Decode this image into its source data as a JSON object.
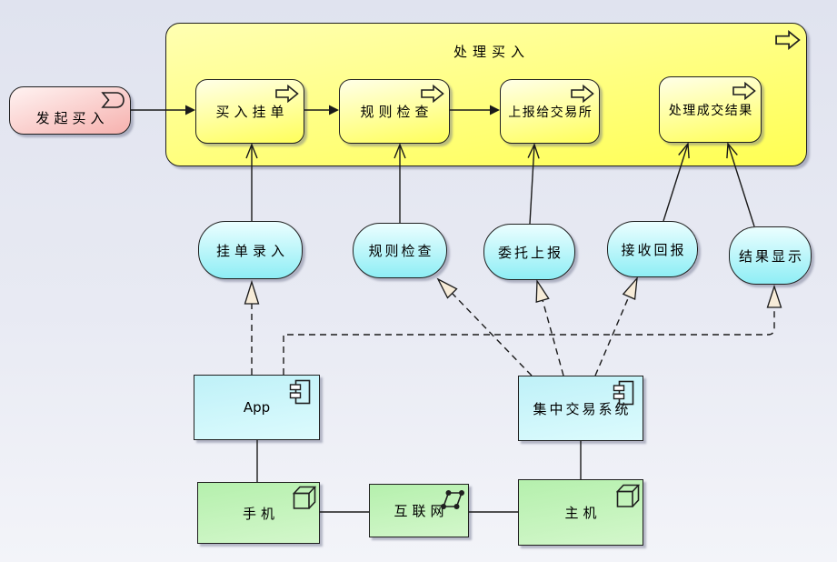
{
  "diagram": {
    "event": {
      "label": "发起买入"
    },
    "group": {
      "title": "处理买入"
    },
    "processes": [
      {
        "label": "买入挂单"
      },
      {
        "label": "规则检查"
      },
      {
        "label": "上报给交易所"
      },
      {
        "label": "处理成交结果"
      }
    ],
    "services": [
      {
        "label": "挂单录入"
      },
      {
        "label": "规则检查"
      },
      {
        "label": "委托上报"
      },
      {
        "label": "接收回报"
      },
      {
        "label": "结果显示"
      }
    ],
    "components": [
      {
        "label": "App"
      },
      {
        "label": "集中交易系统"
      }
    ],
    "nodes": [
      {
        "label": "手机"
      },
      {
        "label": "互联网"
      },
      {
        "label": "主机"
      }
    ]
  },
  "colors": {
    "background_top": "#e0e3ef",
    "background_bottom": "#f3f4f9",
    "event_fill": "#f6b1ae",
    "process_fill": "#ffff5a",
    "group_fill": "#ffff52",
    "service_fill": "#8feef5",
    "component_fill": "#bff1f8",
    "node_fill": "#b5f0ad",
    "realization_arrowhead_fill": "#f7ecd8",
    "line": "#1a1a1a"
  }
}
